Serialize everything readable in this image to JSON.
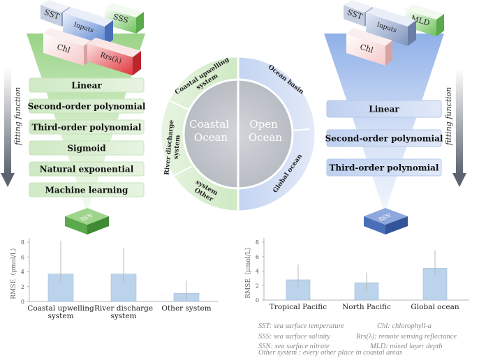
{
  "inputs_left": {
    "sst": "SST",
    "sss": "SSS",
    "inputs": "Inputs",
    "chl": "Chl",
    "rrs": "Rrs(λ)"
  },
  "inputs_right": {
    "sst": "SST",
    "mld": "MLD",
    "inputs": "Inputs",
    "chl": "Chl"
  },
  "fitting_function_label": "fitting function",
  "functions_left": [
    "Linear",
    "Second-order polynomial",
    "Third-order polynomial",
    "Sigmoid",
    "Natural exponential",
    "Machine learning"
  ],
  "functions_right": [
    "Linear",
    "Second-order polynomial",
    "Third-order polynomial"
  ],
  "output_label": "SSN",
  "circle": {
    "coastal_center": [
      "Coastal",
      "Ocean"
    ],
    "open_center": [
      "Open",
      "Ocean"
    ],
    "coastal_upwelling": [
      "Coastal upwelling",
      "system"
    ],
    "river_discharge": [
      "River discharge",
      "system"
    ],
    "other_system": [
      "Other",
      "system"
    ],
    "ocean_basin": "Ocean basin",
    "global_ocean": "Global ocean"
  },
  "colors": {
    "green": "#7cc466",
    "green_light": "#d8edd0",
    "blue": "#7b9ad6",
    "blue_light": "#dde6f6",
    "red": "#e0454a",
    "bar": "#bcd3ec"
  },
  "chart_data": [
    {
      "type": "bar",
      "categories": [
        "Coastal upwelling\nsystem",
        "River discharge\nsystem",
        "Other system"
      ],
      "values": [
        3.7,
        3.7,
        1.1
      ],
      "error_low": [
        2.6,
        2.6,
        0.1
      ],
      "error_high": [
        8.2,
        7.2,
        2.8
      ],
      "ylabel": "RMSE（μmol/L）",
      "ylim": [
        0,
        8
      ],
      "yticks": [
        0,
        2,
        4,
        6,
        8
      ],
      "grid": false
    },
    {
      "type": "bar",
      "categories": [
        "Tropical Pacific",
        "North Pacific",
        "Global ocean"
      ],
      "values": [
        2.8,
        2.4,
        4.4
      ],
      "error_low": [
        1.7,
        1.4,
        3.5
      ],
      "error_high": [
        4.9,
        3.8,
        6.9
      ],
      "ylabel": "RMSE（μmol/L）",
      "ylim": [
        0,
        8
      ],
      "yticks": [
        0,
        2,
        4,
        6,
        8
      ],
      "grid": false
    }
  ],
  "legend": [
    [
      "SST: sea surface temperature",
      "Chl: chlorophyll-a"
    ],
    [
      "SSS: sea surface salinity",
      "Rrs(λ): remote sensing reflectance"
    ],
    [
      "SSN: sea surface nitrate",
      "MLD: mixed layer depth"
    ],
    [
      "Other system : every other place in coastal areas"
    ]
  ]
}
